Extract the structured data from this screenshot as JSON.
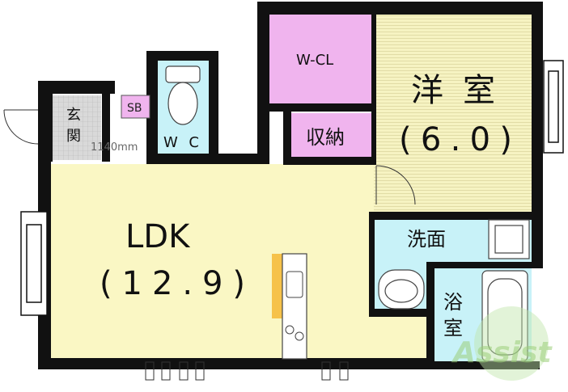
{
  "rooms": {
    "ldk": {
      "name": "LDK",
      "size": "(12.9)"
    },
    "western": {
      "name": "洋室",
      "size": "(6.0)"
    },
    "walk_in_closet": {
      "name": "W-CL"
    },
    "storage": {
      "name": "収納"
    },
    "entrance": {
      "name_line1": "玄",
      "name_line2": "関"
    },
    "shoe_box": {
      "name": "SB"
    },
    "toilet": {
      "name": "WC"
    },
    "washroom": {
      "name": "洗面"
    },
    "bathroom": {
      "name_line1": "浴",
      "name_line2": "室"
    }
  },
  "dimension_note": "1140mm",
  "watermark": "Assist",
  "colors": {
    "ldk": "#faf7c4",
    "western": "#f6f3c2",
    "closet": "#f0b4ee",
    "wet_area": "#c8f2f8",
    "entrance": "#d9d9d9",
    "wall": "#111111"
  }
}
